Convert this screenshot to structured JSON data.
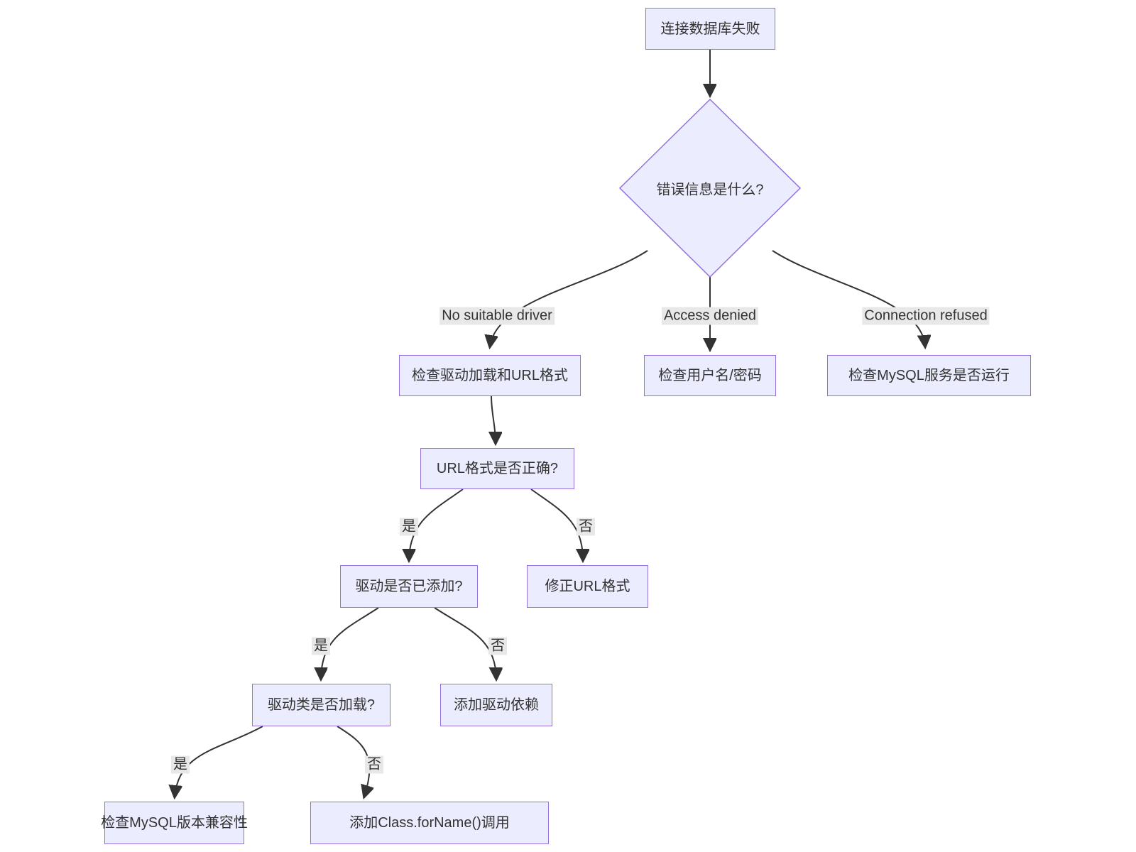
{
  "diagram": {
    "type": "flowchart-top-down",
    "nodes": [
      {
        "id": "A",
        "shape": "rect",
        "label": "连接数据库失败"
      },
      {
        "id": "B",
        "shape": "diamond",
        "label": "错误信息是什么?"
      },
      {
        "id": "C",
        "shape": "rect",
        "label": "检查驱动加载和URL格式"
      },
      {
        "id": "D",
        "shape": "rect",
        "label": "检查用户名/密码"
      },
      {
        "id": "E",
        "shape": "rect",
        "label": "检查MySQL服务是否运行"
      },
      {
        "id": "F",
        "shape": "rect",
        "label": "URL格式是否正确?"
      },
      {
        "id": "G",
        "shape": "rect",
        "label": "驱动是否已添加?"
      },
      {
        "id": "H",
        "shape": "rect",
        "label": "修正URL格式"
      },
      {
        "id": "I",
        "shape": "rect",
        "label": "驱动类是否加载?"
      },
      {
        "id": "J",
        "shape": "rect",
        "label": "添加驱动依赖"
      },
      {
        "id": "K",
        "shape": "rect",
        "label": "检查MySQL版本兼容性"
      },
      {
        "id": "L",
        "shape": "rect",
        "label": "添加Class.forName()调用"
      }
    ],
    "edges": [
      {
        "from": "连接数据库失败",
        "to": "错误信息是什么?",
        "label": ""
      },
      {
        "from": "错误信息是什么?",
        "to": "检查驱动加载和URL格式",
        "label": "No suitable driver"
      },
      {
        "from": "错误信息是什么?",
        "to": "检查用户名/密码",
        "label": "Access denied"
      },
      {
        "from": "错误信息是什么?",
        "to": "检查MySQL服务是否运行",
        "label": "Connection refused"
      },
      {
        "from": "检查驱动加载和URL格式",
        "to": "URL格式是否正确?",
        "label": ""
      },
      {
        "from": "URL格式是否正确?",
        "to": "驱动是否已添加?",
        "label": "是"
      },
      {
        "from": "URL格式是否正确?",
        "to": "修正URL格式",
        "label": "否"
      },
      {
        "from": "驱动是否已添加?",
        "to": "驱动类是否加载?",
        "label": "是"
      },
      {
        "from": "驱动是否已添加?",
        "to": "添加驱动依赖",
        "label": "否"
      },
      {
        "from": "驱动类是否加载?",
        "to": "检查MySQL版本兼容性",
        "label": "是"
      },
      {
        "from": "驱动类是否加载?",
        "to": "添加Class.forName()调用",
        "label": "否"
      }
    ],
    "colors": {
      "node_fill": "#ECECFF",
      "node_border": "#9370DB",
      "edge": "#333333",
      "edge_label_bg": "#e8e8e8",
      "text": "#333333",
      "background": "#ffffff"
    }
  }
}
